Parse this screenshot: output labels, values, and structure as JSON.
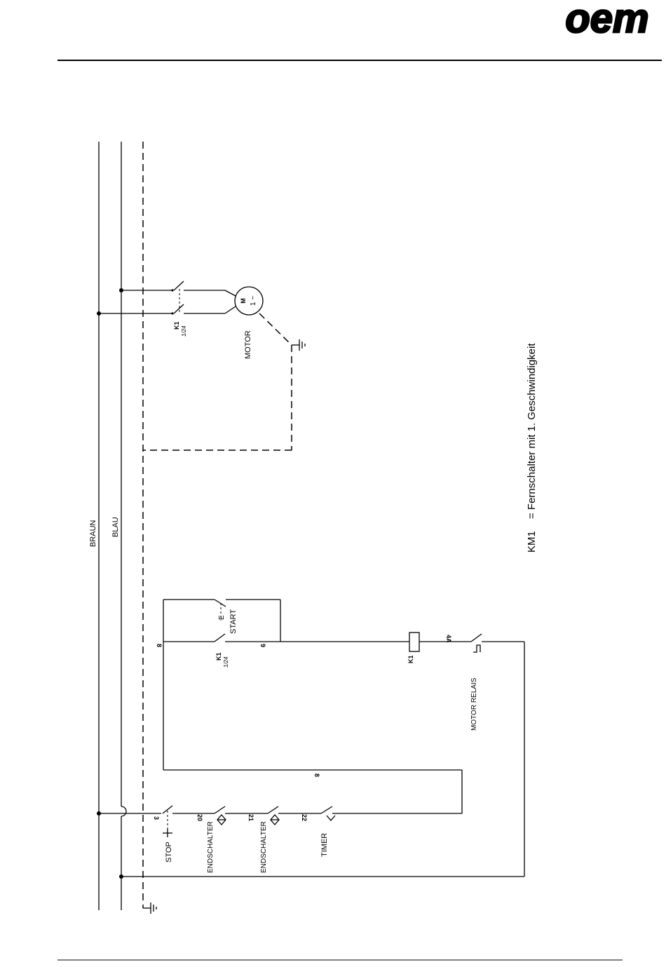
{
  "header": {
    "logo_text": "oem"
  },
  "wires": {
    "brown": "BRAUN",
    "blue": "BLAU"
  },
  "motor": {
    "symbol_top": "M",
    "symbol_bottom": "1 ~",
    "label": "MOTOR"
  },
  "contacts": {
    "k1_power_name": "K1",
    "k1_power_ref": "1/24",
    "k1_hold_name": "K1",
    "k1_hold_ref": "1/24",
    "coil_name": "K1"
  },
  "buttons": {
    "start": "START",
    "stop": "STOP",
    "start_mark": "E"
  },
  "limit_switches": [
    "ENDSCHALTER",
    "ENDSCHALTER"
  ],
  "timer": "TIMER",
  "motor_relay": "MOTOR RELAIS",
  "wire_numbers": {
    "w8_top": "8",
    "w9": "9",
    "w4a": "4A",
    "w8_bottom": "8",
    "w3": "3",
    "w20": "20",
    "w21": "21",
    "w22": "22"
  },
  "legend": {
    "key": "KM1",
    "text": "= Fernschalter  mit 1. Geschwindigkeit"
  }
}
